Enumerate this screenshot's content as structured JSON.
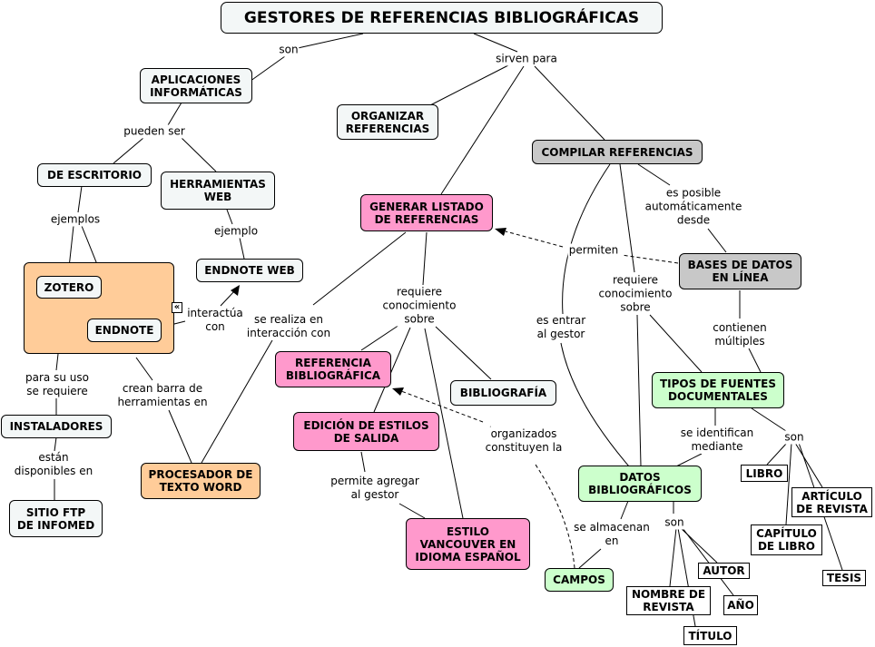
{
  "title": "GESTORES DE REFERENCIAS BIBLIOGRÁFICAS",
  "nodes": {
    "aplicaciones": "APLICACIONES\nINFORMÁTICAS",
    "organizar": "ORGANIZAR\nREFERENCIAS",
    "compilar": "COMPILAR REFERENCIAS",
    "escritorio": "DE ESCRITORIO",
    "herramientas_web": "HERRAMIENTAS\nWEB",
    "generar_listado": "GENERAR LISTADO\nDE REFERENCIAS",
    "endnote_web": "ENDNOTE WEB",
    "zotero": "ZOTERO",
    "endnote": "ENDNOTE",
    "bases_datos": "BASES DE DATOS\nEN LÍNEA",
    "referencia_bib": "REFERENCIA\nBIBLIOGRÁFICA",
    "bibliografia": "BIBLIOGRAFÍA",
    "tipos_fuentes": "TIPOS DE FUENTES\nDOCUMENTALES",
    "instaladores": "INSTALADORES",
    "edicion_estilos": "EDICIÓN DE ESTILOS\nDE SALIDA",
    "procesador": "PROCESADOR DE\nTEXTO WORD",
    "datos_bib": "DATOS\nBIBLIOGRÁFICOS",
    "libro": "LIBRO",
    "articulo": "ARTÍCULO\nDE REVISTA",
    "sitio_ftp": "SITIO FTP\nDE INFOMED",
    "estilo_vancouver": "ESTILO\nVANCOUVER EN\nIDIOMA ESPAÑOL",
    "capitulo": "CAPÍTULO\nDE LIBRO",
    "autor": "AUTOR",
    "campos": "CAMPOS",
    "tesis": "TESIS",
    "nombre_revista": "NOMBRE DE\nREVISTA",
    "anio": "AÑO",
    "titulo": "TÍTULO"
  },
  "phrases": {
    "son_top": "son",
    "sirven_para": "sirven para",
    "pueden_ser": "pueden ser",
    "ejemplos": "ejemplos",
    "ejemplo": "ejemplo",
    "es_posible": "es posible\nautomáticamente\ndesde",
    "permiten": "permiten",
    "interactua_con": "interactúa\ncon",
    "se_realiza": "se realiza en\ninteracción con",
    "requiere_sobre_left": "requiere\nconocimiento\nsobre",
    "requiere_sobre_right": "requiere\nconocimiento\nsobre",
    "es_entrar": "es entrar\nal gestor",
    "contienen_multiples": "contienen\nmúltiples",
    "para_su_uso": "para su uso\nse requiere",
    "crean_barra": "crean barra de\nherramientas en",
    "se_identifican": "se identifican\nmediante",
    "son_right": "son",
    "organizados": "organizados\nconstituyen la",
    "estan_disponibles": "están\ndisponibles en",
    "permite_agregar": "permite agregar\nal gestor",
    "se_almacenan": "se almacenan\nen",
    "son_datos": "son"
  },
  "expand_icon": "«",
  "colors": {
    "node_default": "#f3f7f7",
    "pink": "#ff99cc",
    "green": "#ccffcc",
    "grey": "#c8c8c8",
    "orange": "#ffcc99"
  }
}
